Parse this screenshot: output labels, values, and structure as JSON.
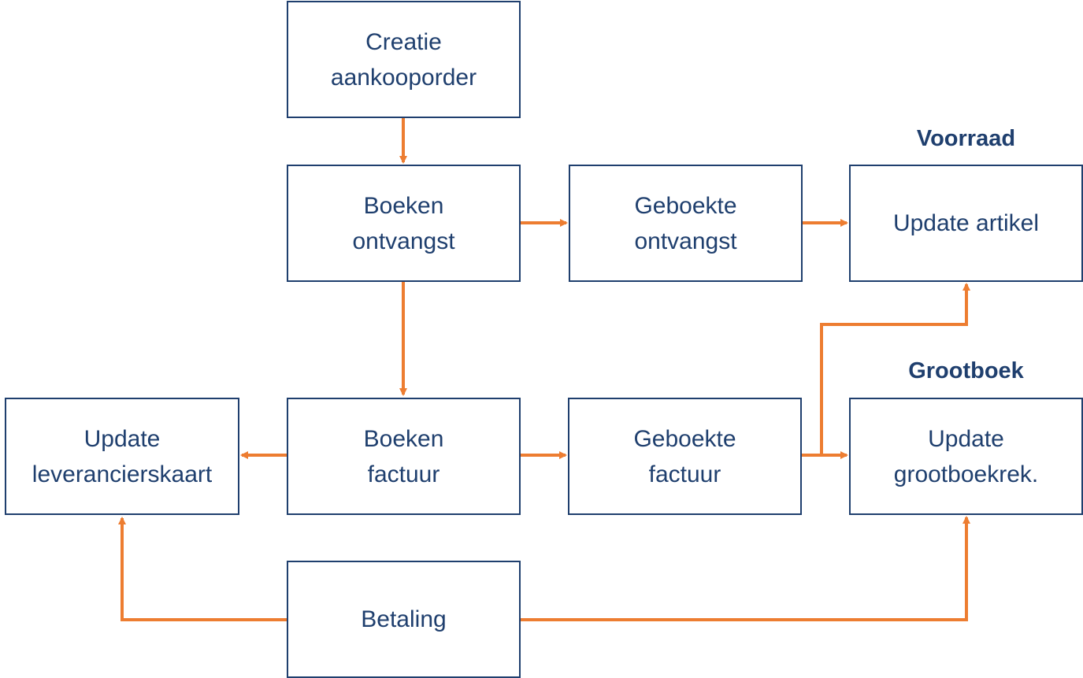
{
  "colors": {
    "box_border": "#1f3f6e",
    "text": "#1f3f6e",
    "arrow": "#ed7d31"
  },
  "headings": {
    "voorraad": "Voorraad",
    "grootboek": "Grootboek"
  },
  "boxes": {
    "creatie_aankooporder": "Creatie\naankooporder",
    "boeken_ontvangst": "Boeken\nontvangst",
    "geboekte_ontvangst": "Geboekte\nontvangst",
    "update_artikel": "Update artikel",
    "update_leverancierskaart": "Update\nleverancierskaart",
    "boeken_factuur": "Boeken\nfactuur",
    "geboekte_factuur": "Geboekte\nfactuur",
    "update_grootboekrek": "Update\ngrootboekrek.",
    "betaling": "Betaling"
  }
}
